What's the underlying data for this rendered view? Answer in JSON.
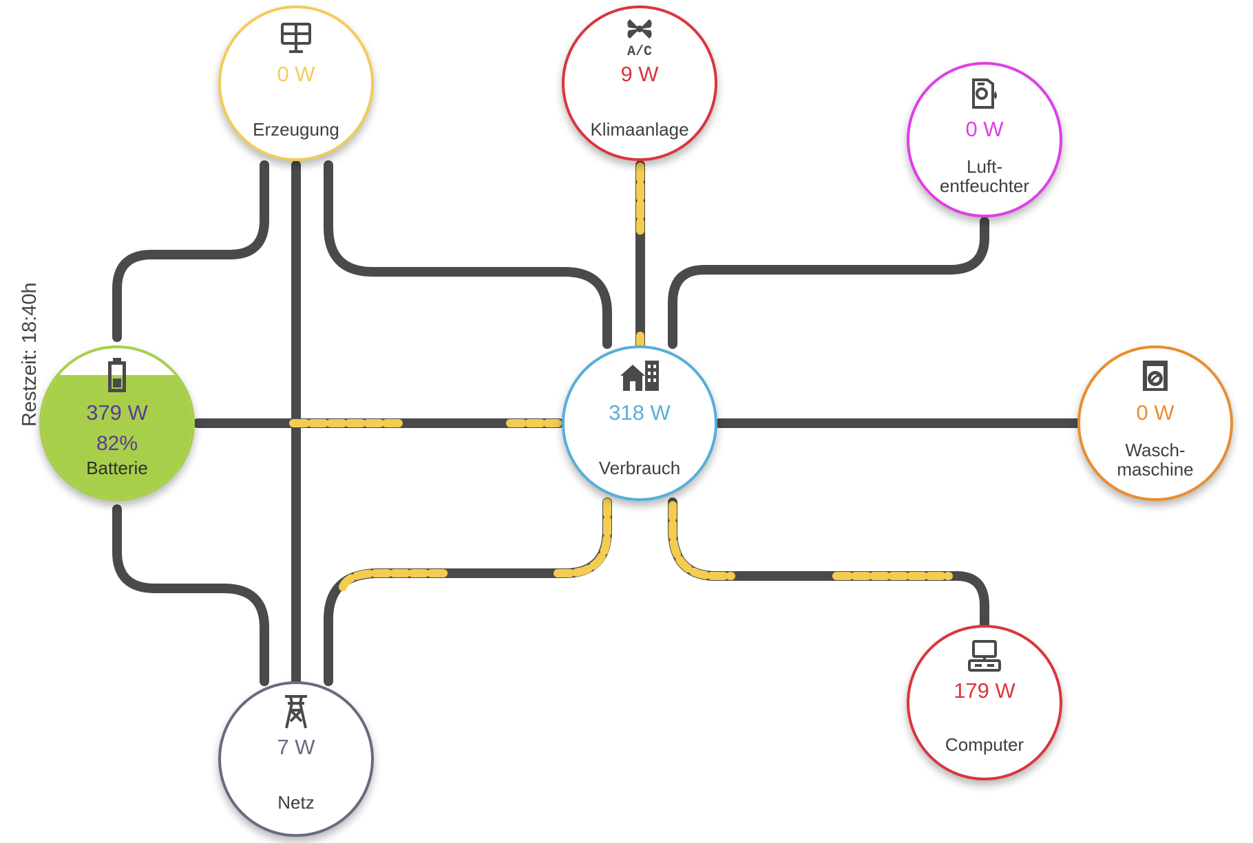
{
  "restzeit": "Restzeit: 18:40h",
  "colors": {
    "line": "#4a4a4a",
    "flow": "#f4cc4f"
  },
  "nodes": {
    "erzeugung": {
      "label": "Erzeugung",
      "power": "0 W",
      "icon": "solar-panel-icon",
      "color": "#f3cb59"
    },
    "klimaanlage": {
      "label": "Klimaanlage",
      "power": "9 W",
      "icon": "air-conditioner-icon",
      "color": "#d9363e"
    },
    "luftentfeuchter": {
      "label_line1": "Luft-",
      "label_line2": "entfeuchter",
      "power": "0 W",
      "icon": "dehumidifier-icon",
      "color": "#de3fe6"
    },
    "batterie": {
      "label": "Batterie",
      "power": "379 W",
      "percent": "82%",
      "level": 0.82,
      "icon": "battery-icon",
      "color": "#a8cf4a",
      "text_color": "#5a3b9a"
    },
    "verbrauch": {
      "label": "Verbrauch",
      "power": "318 W",
      "icon": "home-building-icon",
      "color": "#56aed9"
    },
    "waschmaschine": {
      "label_line1": "Wasch-",
      "label_line2": "maschine",
      "power": "0 W",
      "icon": "washing-machine-icon",
      "color": "#ea8c2e"
    },
    "netz": {
      "label": "Netz",
      "power": "7 W",
      "icon": "power-pylon-icon",
      "color": "#676b7f"
    },
    "computer": {
      "label": "Computer",
      "power": "179 W",
      "icon": "computer-icon",
      "color": "#d9363e"
    }
  }
}
